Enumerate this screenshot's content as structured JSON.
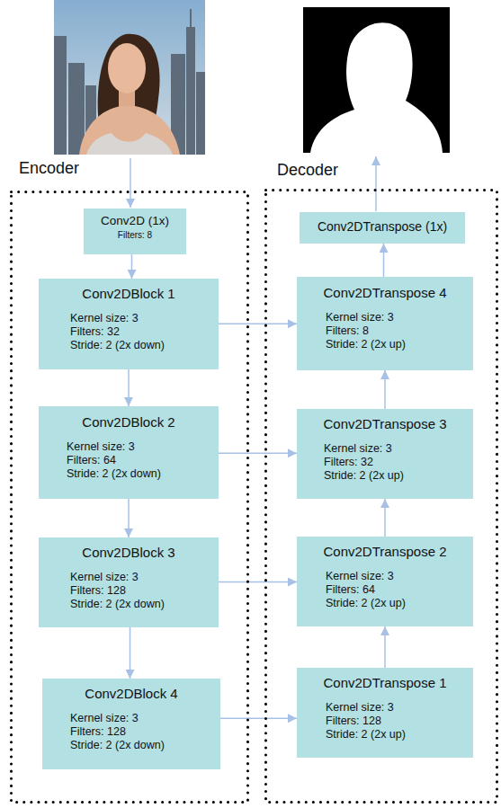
{
  "diagram": {
    "nodes": [
      {
        "text": [
          "Encoder"
        ]
      },
      {
        "text": [
          "Conv2D (1x)",
          "Filters: 8"
        ],
        "in": 0
      },
      {
        "text": [
          "Conv2DBlock 1",
          "Kernel size: 3",
          "Filters: 32",
          "Stride: 2 (2x down)"
        ],
        "in": 0
      },
      {
        "text": [
          "Conv2DBlock 2",
          "Kernel size: 3",
          "Filters: 64",
          "Stride: 2 (2x down)"
        ],
        "in": 0
      },
      {
        "text": [
          "Conv2DBlock 3",
          "Kernel size: 3",
          "Filters: 128",
          "Stride: 2 (2x down)"
        ],
        "in": 0
      },
      {
        "text": [
          "Conv2DBlock 4",
          "Kernel size: 3",
          "Filters: 128",
          "Stride: 2 (2x down)"
        ],
        "in": 0
      },
      {
        "text": [
          "Decoder"
        ]
      },
      {
        "text": [
          "Conv2DTranspose (1x)"
        ],
        "in": 6
      },
      {
        "text": [
          "Conv2DTranspose 4",
          "Kernel size: 3",
          "Filters: 8",
          "Stride: 2 (2x up)"
        ],
        "in": 6
      },
      {
        "text": [
          "Conv2DTranspose 3",
          "Kernel size: 3",
          "Filters: 32",
          "Stride: 2 (2x up)"
        ],
        "in": 6
      },
      {
        "text": [
          "Conv2DTranspose 2",
          "Kernel size: 3",
          "Filters: 64",
          "Stride: 2 (2x up)"
        ],
        "in": 6
      },
      {
        "text": [
          "Conv2DTranspose 1",
          "Kernel size: 3",
          "Filters: 128",
          "Stride: 2 (2x up)"
        ],
        "in": 6
      }
    ],
    "edges": [
      {
        "from": 1,
        "to": 2,
        "arrow": "to"
      },
      {
        "from": 2,
        "to": 3,
        "arrow": "to"
      },
      {
        "from": 3,
        "to": 4,
        "arrow": "to"
      },
      {
        "from": 4,
        "to": 5,
        "arrow": "to"
      },
      {
        "from": 2,
        "to": 8,
        "arrow": "to"
      },
      {
        "from": 3,
        "to": 9,
        "arrow": "to"
      },
      {
        "from": 4,
        "to": 10,
        "arrow": "to"
      },
      {
        "from": 5,
        "to": 11,
        "arrow": "to"
      },
      {
        "from": 11,
        "to": 10,
        "arrow": "to"
      },
      {
        "from": 10,
        "to": 9,
        "arrow": "to"
      },
      {
        "from": 9,
        "to": 8,
        "arrow": "to"
      },
      {
        "from": 8,
        "to": 7,
        "arrow": "to"
      }
    ]
  }
}
